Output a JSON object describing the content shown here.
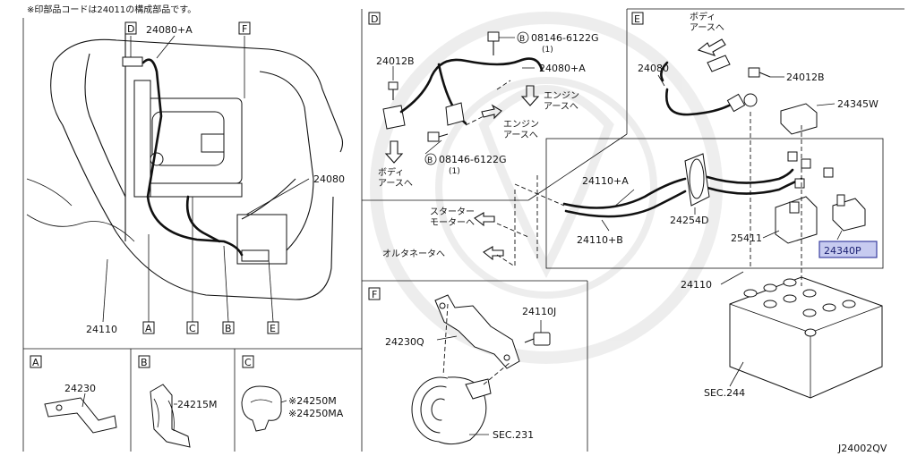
{
  "header_note": "※印部品コードは24011の構成部品です。",
  "footer_code": "J24002QV",
  "highlight_color": "#c7cbf0",
  "main": {
    "labels": {
      "d": "D",
      "p24080a": "24080+A",
      "f": "F",
      "p24080": "24080",
      "p24110": "24110",
      "a": "A",
      "c": "C",
      "b": "B",
      "e": "E"
    }
  },
  "section_d": {
    "tag": "D",
    "p24012b": "24012B",
    "bolt_circle": "B",
    "bolt_top": "08146-6122G",
    "qty_top": "(1)",
    "p24080a": "24080+A",
    "engine_ground": [
      "エンジン",
      "アースへ"
    ],
    "engine_ground_2": [
      "エンジン",
      "アースへ"
    ],
    "body_ground": [
      "ボディ",
      "アースへ"
    ],
    "bolt_bottom": "08146-6122G",
    "qty_bottom": "(1)"
  },
  "section_e": {
    "tag": "E",
    "body_ground": [
      "ボディ",
      "アースへ"
    ],
    "p24080": "24080",
    "p24012b": "24012B",
    "p24345w": "24345W",
    "p24110a": "24110+A",
    "p24254d": "24254D",
    "p24110b": "24110+B",
    "p25411": "25411",
    "p24340p": "24340P",
    "p24110": "24110",
    "sec244": "SEC.244",
    "starter": [
      "スターター",
      "モーターへ"
    ],
    "alternator": "オルタネータへ"
  },
  "section_f": {
    "tag": "F",
    "p24110j": "24110J",
    "p24230q": "24230Q",
    "sec231": "SEC.231"
  },
  "section_a": {
    "tag": "A",
    "p24230": "24230"
  },
  "section_b": {
    "tag": "B",
    "p24215m": "24215M"
  },
  "section_c": {
    "tag": "C",
    "p24250m": "※24250M",
    "p24250ma": "※24250MA"
  }
}
